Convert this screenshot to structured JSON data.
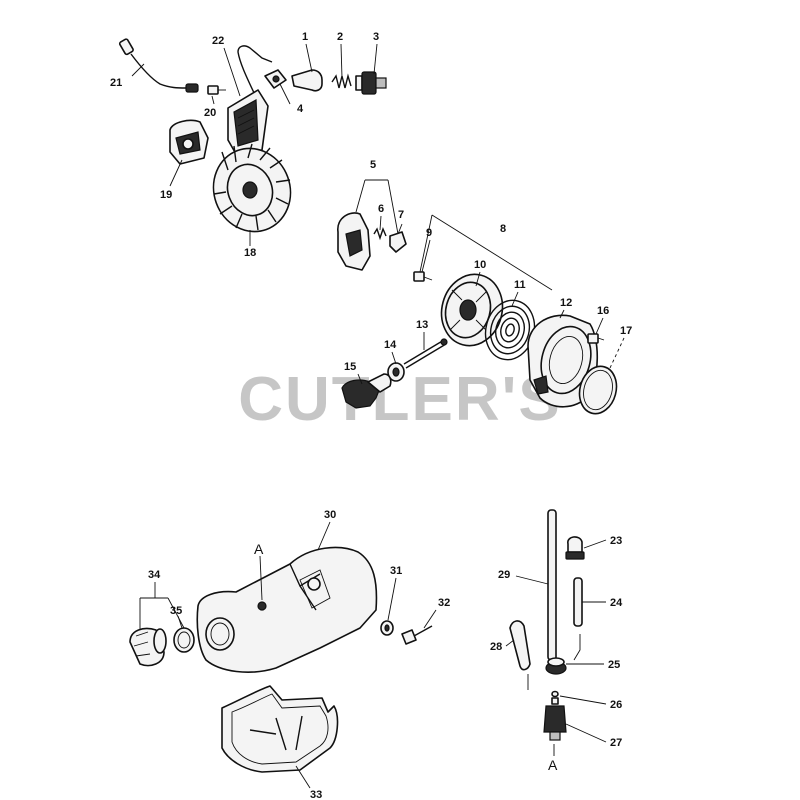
{
  "watermark": "CUTLER'S",
  "labels": {
    "p1": "1",
    "p2": "2",
    "p3": "3",
    "p4": "4",
    "p5": "5",
    "p6": "6",
    "p7": "7",
    "p8": "8",
    "p9": "9",
    "p10": "10",
    "p11": "11",
    "p12": "12",
    "p13": "13",
    "p14": "14",
    "p15": "15",
    "p16": "16",
    "p17": "17",
    "p18": "18",
    "p19": "19",
    "p20": "20",
    "p21": "21",
    "p22": "22",
    "p23": "23",
    "p24": "24",
    "p25": "25",
    "p26": "26",
    "p27": "27",
    "p28": "28",
    "p29": "29",
    "p30": "30",
    "p31": "31",
    "p32": "32",
    "p33": "33",
    "p34": "34",
    "p35": "35"
  },
  "markers": {
    "tank_ref": "A",
    "filter_ref": "A"
  }
}
